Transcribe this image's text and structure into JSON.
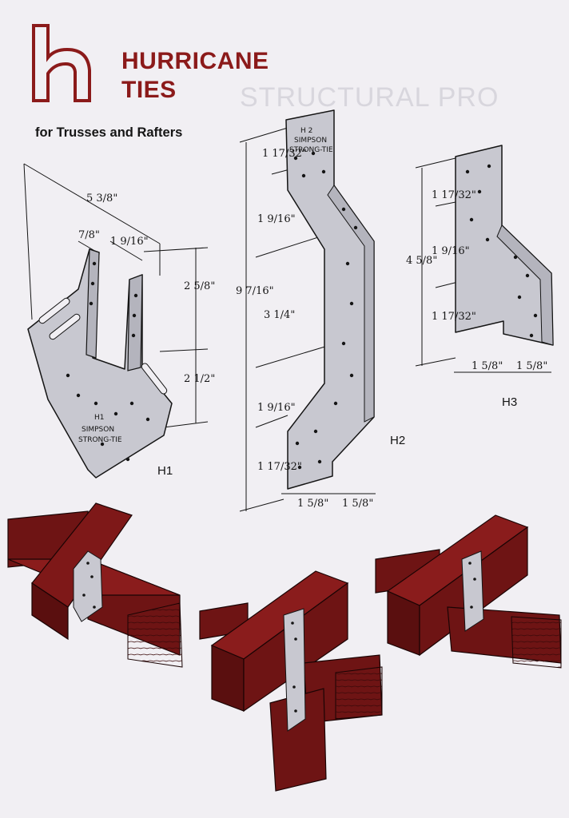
{
  "header": {
    "title_line1": "HURRICANE",
    "title_line2": "TIES",
    "subtitle": "for Trusses and Rafters",
    "logo_letter": "h",
    "bleed_text": "STRUCTURAL PRO"
  },
  "colors": {
    "brand": "#8b1a1a",
    "wood": "#6e1414",
    "metal": "#c8c8d0",
    "background": "#f1eff3",
    "ink": "#151515"
  },
  "models": {
    "h1": {
      "label": "H1",
      "stamp_line1": "H1",
      "stamp_line2": "SIMPSON",
      "stamp_line3": "STRONG-TIE",
      "dims": {
        "overall_width": "5 3/8\"",
        "flange": "7/8\"",
        "gap": "1 9/16\"",
        "upper_height": "2 5/8\"",
        "lower_height": "2 1/2\""
      }
    },
    "h2": {
      "label": "H2",
      "stamp_line1": "H 2",
      "stamp_line2": "SIMPSON",
      "stamp_line3": "STRONG-TIE",
      "dims": {
        "overall_height": "9 7/16\"",
        "top_tab": "1 17/32\"",
        "upper_bend": "1 9/16\"",
        "middle": "3 1/4\"",
        "lower_bend": "1 9/16\"",
        "bottom_tab": "1 17/32\"",
        "width_left": "1 5/8\"",
        "width_right": "1 5/8\""
      }
    },
    "h3": {
      "label": "H3",
      "dims": {
        "overall_height": "4 5/8\"",
        "top_tab": "1 17/32\"",
        "bend": "1 9/16\"",
        "bottom_tab": "1 17/32\"",
        "width_left": "1 5/8\"",
        "width_right": "1 5/8\""
      }
    }
  }
}
